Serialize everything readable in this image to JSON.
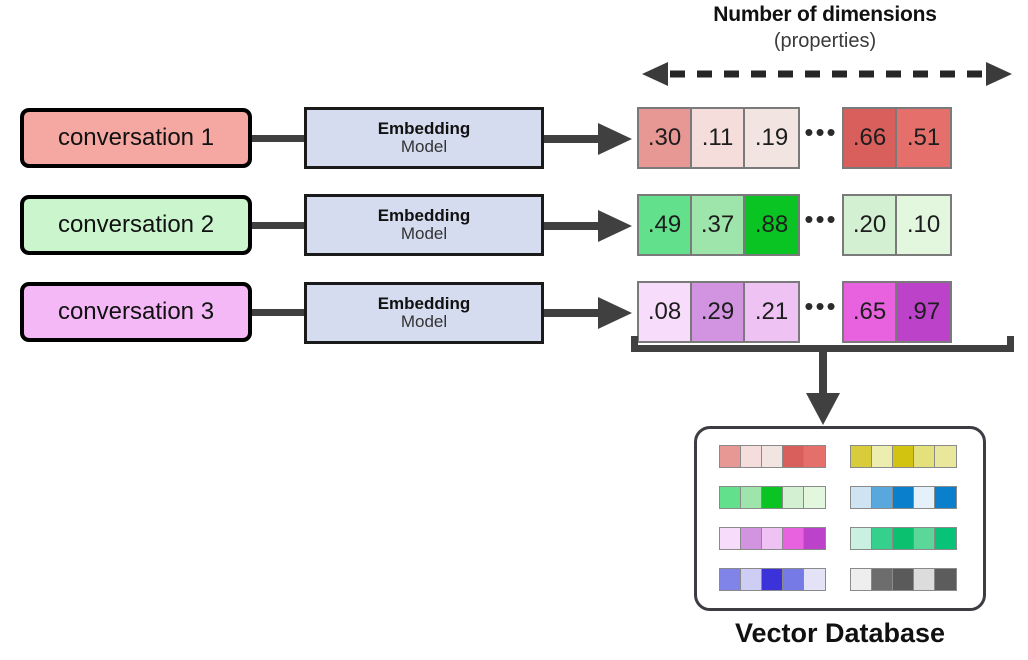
{
  "header": {
    "title": "Number of dimensions",
    "subtitle": "(properties)",
    "axis_icon": "double-headed-dashed-arrow"
  },
  "rows": [
    {
      "conversation_label": "conversation 1",
      "conversation_fill": "#f5a8a2",
      "model_title": "Embedding",
      "model_subtitle": "Model",
      "ellipsis": "•••",
      "left_cells": [
        {
          "value": ".30",
          "color": "#e89894"
        },
        {
          "value": ".11",
          "color": "#f5dddc"
        },
        {
          "value": ".19",
          "color": "#f1e4e1"
        }
      ],
      "right_cells": [
        {
          "value": ".66",
          "color": "#d95f5c"
        },
        {
          "value": ".51",
          "color": "#e56f6b"
        }
      ]
    },
    {
      "conversation_label": "conversation 2",
      "conversation_fill": "#caf5cd",
      "model_title": "Embedding",
      "model_subtitle": "Model",
      "ellipsis": "•••",
      "left_cells": [
        {
          "value": ".49",
          "color": "#62e08c"
        },
        {
          "value": ".37",
          "color": "#9ee5ab"
        },
        {
          "value": ".88",
          "color": "#0ac423"
        }
      ],
      "right_cells": [
        {
          "value": ".20",
          "color": "#d4f0d3"
        },
        {
          "value": ".10",
          "color": "#e2f7dd"
        }
      ]
    },
    {
      "conversation_label": "conversation 3",
      "conversation_fill": "#f3b8f5",
      "model_title": "Embedding",
      "model_subtitle": "Model",
      "ellipsis": "•••",
      "left_cells": [
        {
          "value": ".08",
          "color": "#f7dcfb"
        },
        {
          "value": ".29",
          "color": "#d294e0"
        },
        {
          "value": ".21",
          "color": "#eec2f2"
        }
      ],
      "right_cells": [
        {
          "value": ".65",
          "color": "#e862e0"
        },
        {
          "value": ".97",
          "color": "#bc43c9"
        }
      ]
    }
  ],
  "vector_db": {
    "title": "Vector Database",
    "strips": [
      {
        "colors": [
          "#e89894",
          "#f5dddc",
          "#f1e4e1",
          "#d95f5c",
          "#e56f6b"
        ]
      },
      {
        "colors": [
          "#d8cc3a",
          "#eeedb0",
          "#d2c310",
          "#e4e17c",
          "#e9e79c"
        ]
      },
      {
        "colors": [
          "#62e08c",
          "#9ee5ab",
          "#0ac423",
          "#d4f0d3",
          "#e2f7dd"
        ]
      },
      {
        "colors": [
          "#cfe4f2",
          "#58a8dd",
          "#0a7fcb",
          "#e4f1fa",
          "#0a7fcb"
        ]
      },
      {
        "colors": [
          "#f7dcfb",
          "#d294e0",
          "#eec2f2",
          "#e862e0",
          "#bc43c9"
        ]
      },
      {
        "colors": [
          "#c9f0e0",
          "#35d18c",
          "#0bc06f",
          "#5cd79a",
          "#07c277"
        ]
      },
      {
        "colors": [
          "#8083e8",
          "#cecdf3",
          "#3b33d9",
          "#767ae6",
          "#e3e2f7"
        ]
      },
      {
        "colors": [
          "#eeeeee",
          "#6d6d6d",
          "#5a5a5a",
          "#dcdcdc",
          "#5c5c5c"
        ]
      }
    ]
  },
  "colors": {
    "stroke_dark": "#404040",
    "stroke_black": "#000000",
    "model_fill": "#d6dcf0",
    "cell_border": "#7a7a7a"
  }
}
